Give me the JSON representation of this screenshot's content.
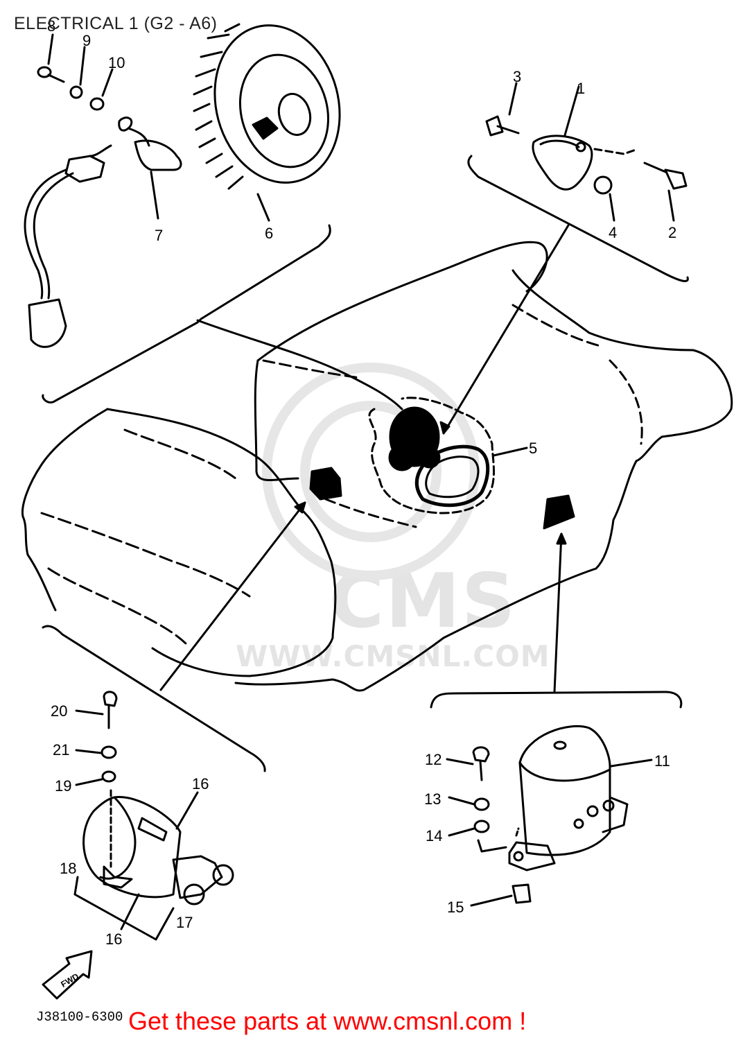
{
  "title": "ELECTRICAL 1 (G2 - A6)",
  "diagram_code": "J38100-6300",
  "footer_text": "Get these parts at www.cmsnl.com !",
  "watermark": {
    "brand": "CMS",
    "url": "WWW.CMSNL.COM"
  },
  "direction_arrow_label": "FWD",
  "callouts": [
    "1",
    "2",
    "3",
    "4",
    "5",
    "6",
    "7",
    "8",
    "9",
    "10",
    "11",
    "12",
    "13",
    "14",
    "15",
    "16",
    "16",
    "17",
    "18",
    "19",
    "20",
    "21"
  ]
}
